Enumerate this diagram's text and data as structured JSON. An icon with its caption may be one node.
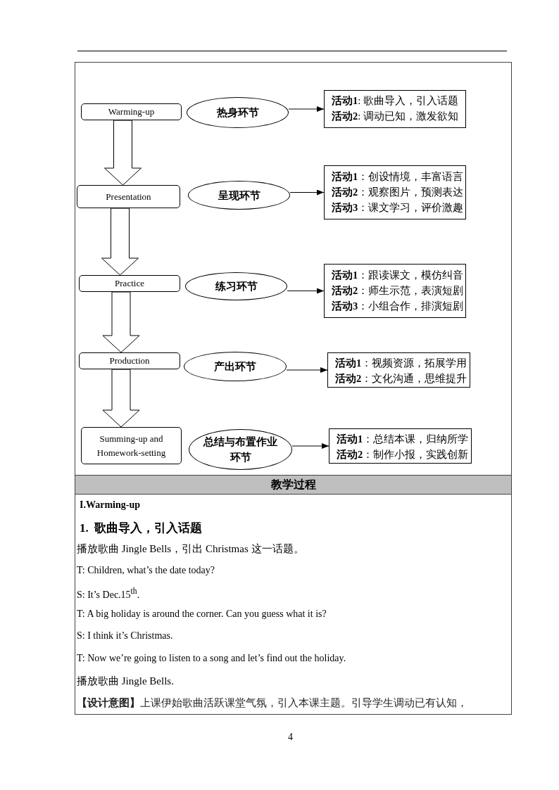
{
  "diagram": {
    "nodes": [
      {
        "text": [
          "Warming-up"
        ]
      },
      {
        "text": [
          "热身环节"
        ]
      },
      {
        "text": [
          "**活动1**: 歌曲导入，引入话题",
          "**活动2**: 调动已知，激发欲知"
        ]
      },
      {
        "text": [
          "Presentation"
        ]
      },
      {
        "text": [
          "呈现环节"
        ]
      },
      {
        "text": [
          "**活动1**：创设情境，丰富语言",
          "**活动2**：观察图片，预测表达",
          "**活动3**：课文学习，评价激趣"
        ]
      },
      {
        "text": [
          "Practice"
        ]
      },
      {
        "text": [
          "练习环节"
        ]
      },
      {
        "text": [
          "**活动1**：跟读课文，模仿纠音",
          "**活动2**：师生示范，表演短剧",
          "**活动3**：小组合作，排演短剧"
        ]
      },
      {
        "text": [
          "Production"
        ]
      },
      {
        "text": [
          "产出环节"
        ]
      },
      {
        "text": [
          "**活动1**：视频资源，拓展学用",
          "**活动2**：文化沟通，思维提升"
        ]
      },
      {
        "text": [
          "Summing-up and Homework-setting"
        ]
      },
      {
        "text": [
          "总结与布置作业环节"
        ]
      },
      {
        "text": [
          "**活动1**：总结本课，归纳所学",
          "**活动2**：制作小报，实践创新"
        ]
      }
    ],
    "edges": [
      {
        "from": 1,
        "to": 2,
        "arrow": "to"
      },
      {
        "from": 4,
        "to": 5,
        "arrow": "to"
      },
      {
        "from": 7,
        "to": 8,
        "arrow": "to"
      },
      {
        "from": 10,
        "to": 11,
        "arrow": "to"
      },
      {
        "from": 13,
        "to": 14,
        "arrow": "to"
      },
      {
        "from": 0,
        "to": 3,
        "arrow": "to",
        "style": "thick"
      },
      {
        "from": 3,
        "to": 6,
        "arrow": "to",
        "style": "thick"
      },
      {
        "from": 6,
        "to": 9,
        "arrow": "to",
        "style": "thick"
      },
      {
        "from": 9,
        "to": 12,
        "arrow": "to",
        "style": "thick"
      }
    ],
    "labels": [
      "教学过程",
      "I.Warming-up",
      "1.  歌曲导入，引入话题",
      "播放歌曲 Jingle Bells，引出 Christmas 这一话题。",
      "T: Children, what’s the date today?",
      "S: It’s Dec.15$^{th}$.",
      "T: A big holiday is around the corner. Can you guess what it is?",
      "S: I think it’s Christmas.",
      "T: Now we’re going to listen to a song and let’s find out the holiday.",
      "播放歌曲 Jingle Bells.",
      "**【设计意图】**上课伊始歌曲活跃课堂气氛，引入本课主题。引导学生调动已有认知，",
      "4"
    ]
  }
}
